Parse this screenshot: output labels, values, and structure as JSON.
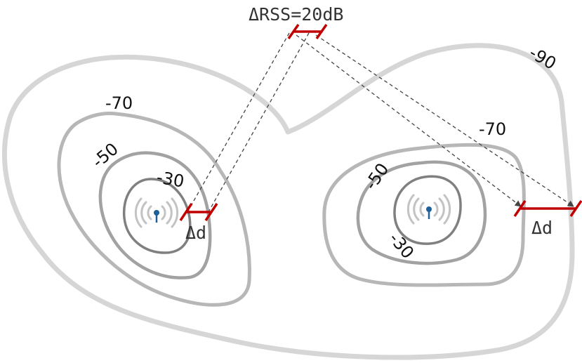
{
  "labels": {
    "delta_rss": "ΔRSS=20dB",
    "delta_d_left": "Δd",
    "delta_d_right": "Δd"
  },
  "contour_levels": {
    "outer": "-90",
    "left_70": "-70",
    "left_50": "-50",
    "left_30": "-30",
    "right_70": "-70",
    "right_50": "-50",
    "right_30": "-30"
  },
  "colors": {
    "contour_90": "#d6d6d6",
    "contour_70": "#b7b7b7",
    "contour_50": "#a2a2a2",
    "contour_30": "#808080",
    "marker_red": "#c00000",
    "antenna_blue": "#1f5f9a",
    "dashed_line": "#444444"
  },
  "icons": {
    "left_source": "wireless-antenna-icon",
    "right_source": "wireless-antenna-icon"
  }
}
